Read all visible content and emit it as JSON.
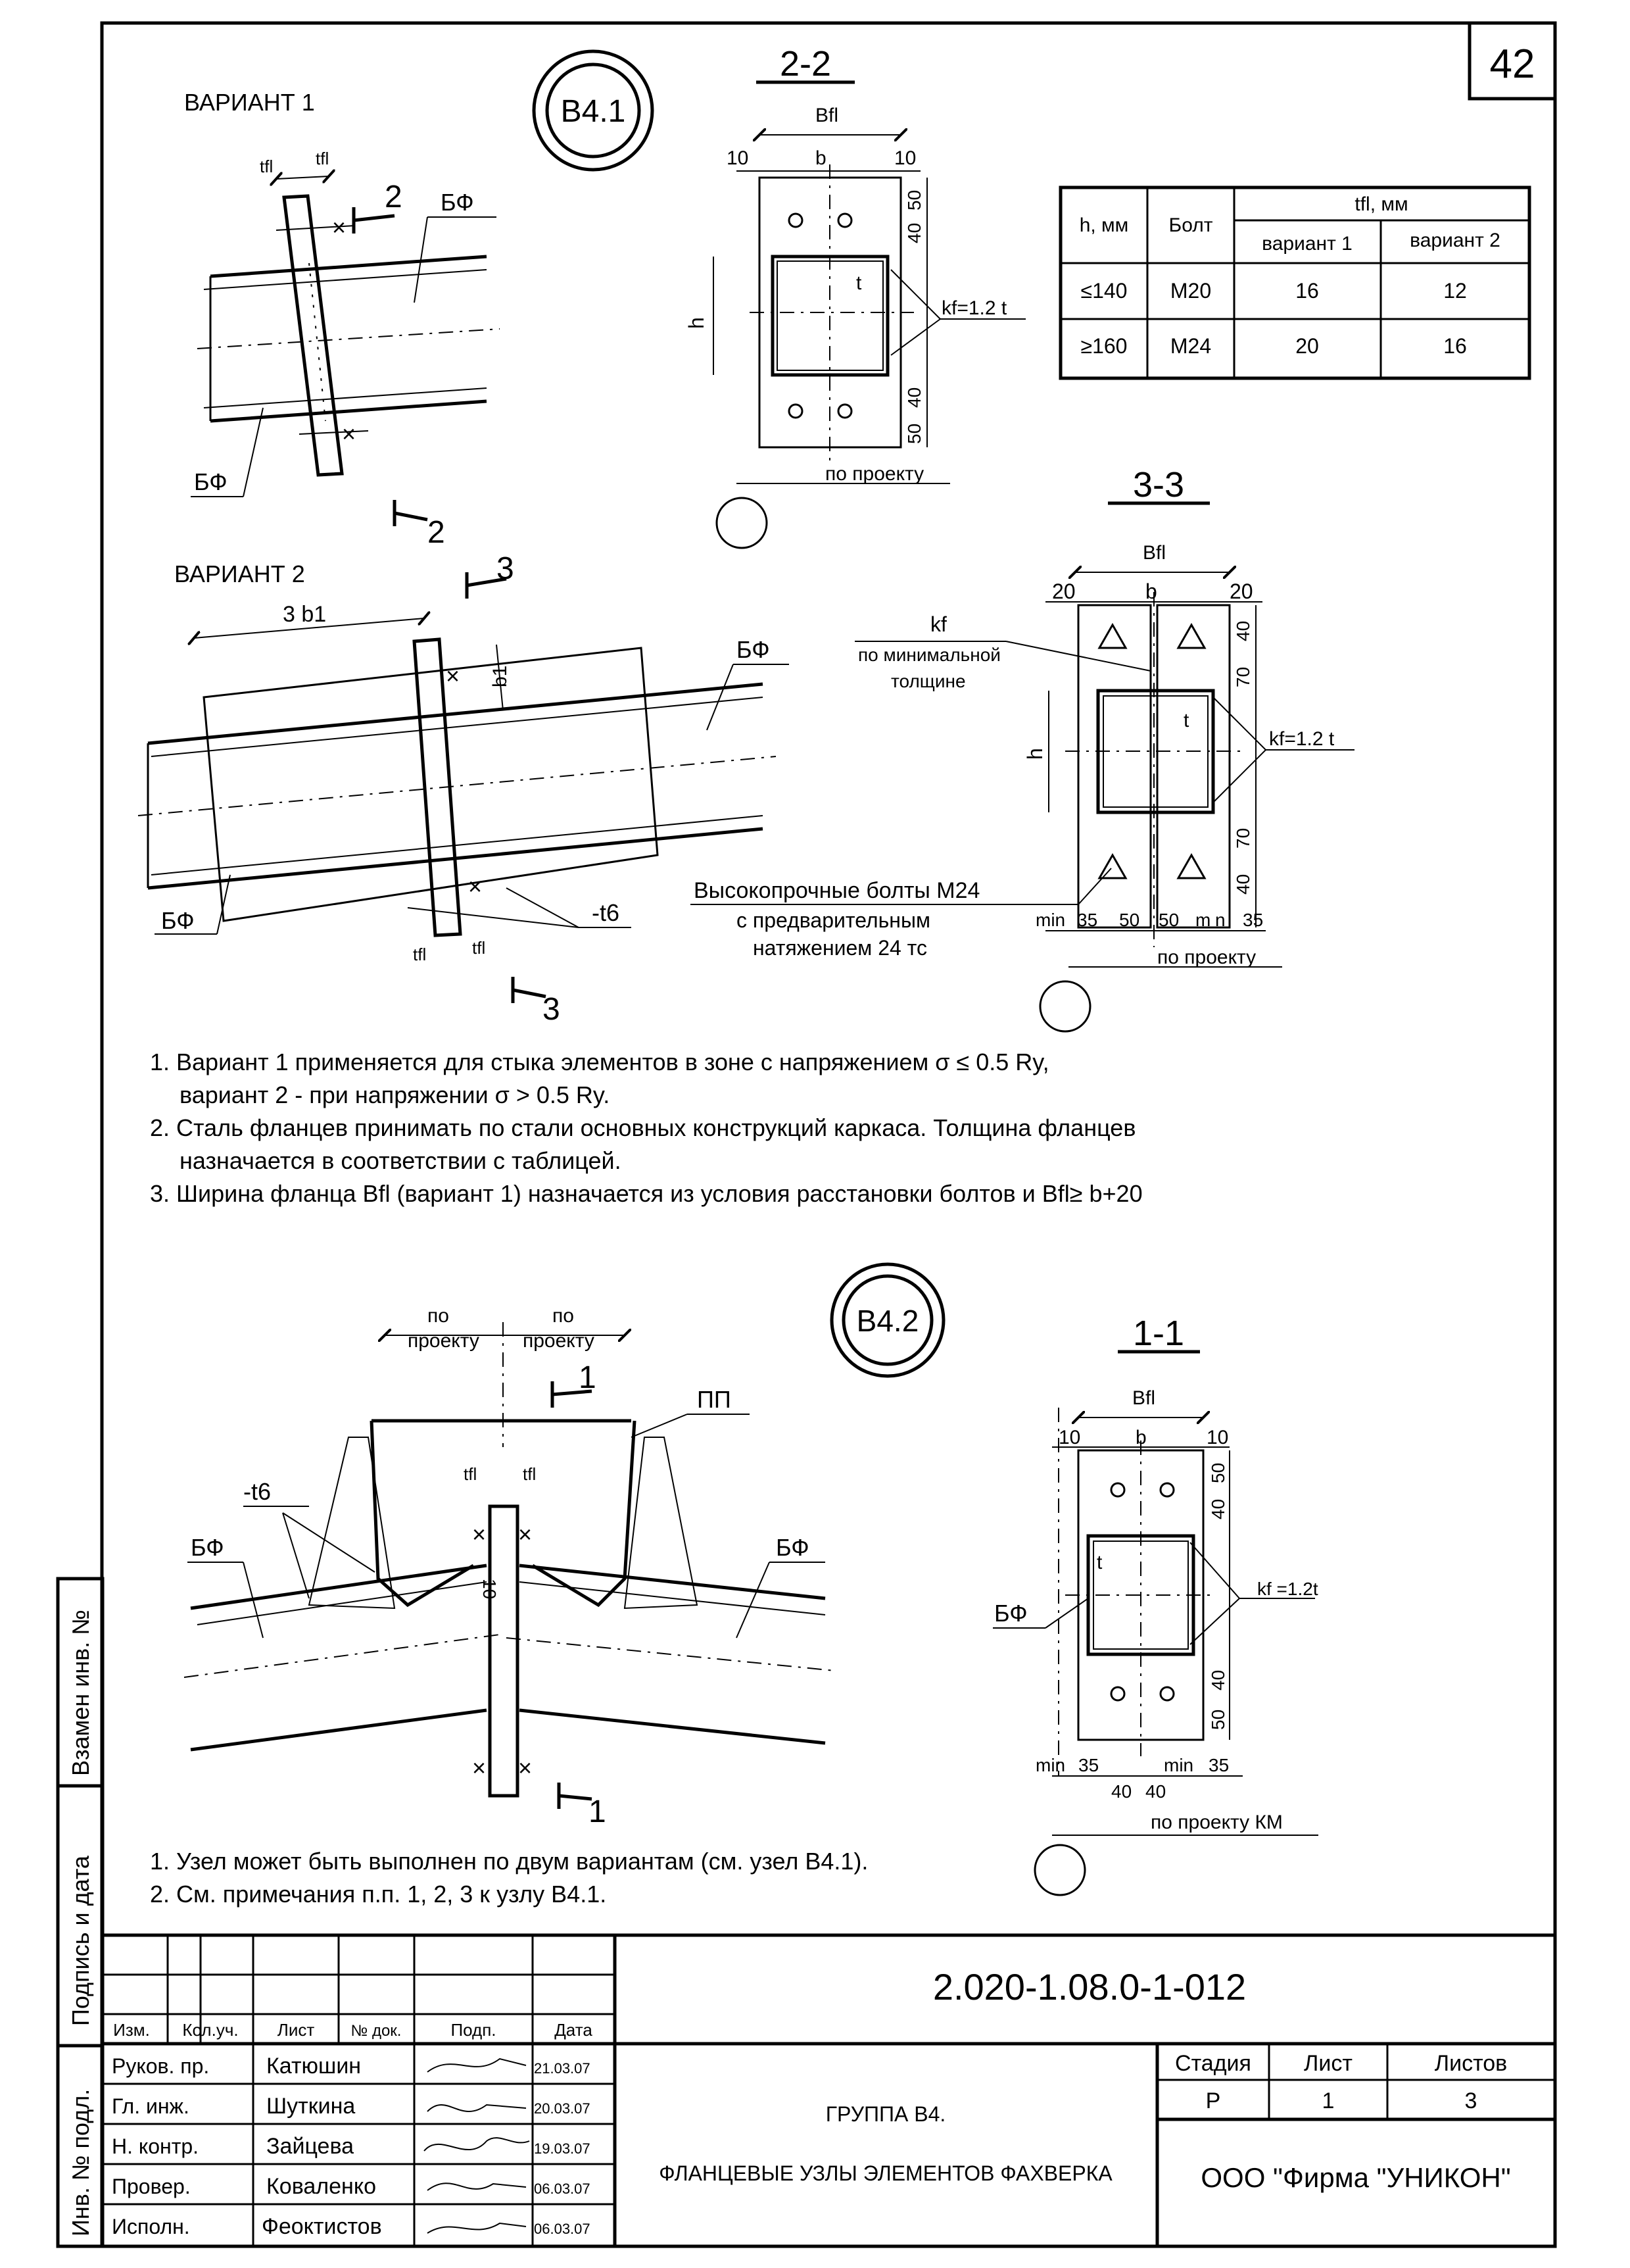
{
  "sheet_number": "42",
  "node1": {
    "tag": "В4.1",
    "variant1_label": "ВАРИАНТ 1",
    "variant2_label": "ВАРИАНТ 2",
    "dims": {
      "tfl": "tfl",
      "bf": "БФ",
      "b1": "b1",
      "three_b1": "3 b1",
      "t6": "-t6"
    },
    "section_marks": {
      "s2": "2",
      "s3": "3"
    }
  },
  "section_2_2": {
    "title": "2-2",
    "Bfl": "Bfl",
    "b": "b",
    "ten_left": "10",
    "ten_right": "10",
    "d50a": "50",
    "d40a": "40",
    "d40b": "40",
    "d50b": "50",
    "h": "h",
    "t": "t",
    "kf": "kf=1.2 t",
    "po_proektu": "по проекту"
  },
  "section_3_3": {
    "title": "3-3",
    "Bfl": "Bfl",
    "b": "b",
    "twenty_left": "20",
    "twenty_right": "20",
    "kf_label_1": "kf",
    "kf_label_2": "по минимальной",
    "kf_label_3": "толщине",
    "d40a": "40",
    "d70a": "70",
    "d70b": "70",
    "d40b": "40",
    "h": "h",
    "t": "t",
    "kf": "kf=1.2 t",
    "bottom_dims": [
      "min",
      "35",
      "50",
      "50",
      "m",
      "n",
      "35"
    ],
    "po_proektu": "по проекту",
    "bolts_1": "Высокопрочные болты М24",
    "bolts_2": "с предварительным",
    "bolts_3": "натяжением 24 тс"
  },
  "table": {
    "headers": {
      "h": "h, мм",
      "bolt": "Болт",
      "tfl": "tfl, мм",
      "v1": "вариант 1",
      "v2": "вариант 2"
    },
    "rows": [
      {
        "h": "≤140",
        "bolt": "M20",
        "v1": "16",
        "v2": "12"
      },
      {
        "h": "≥160",
        "bolt": "M24",
        "v1": "20",
        "v2": "16"
      }
    ]
  },
  "notes_1": [
    "1. Вариант 1 применяется для стыка элементов в зоне с напряжением σ ≤ 0.5 Ry,",
    "вариант 2 - при напряжении σ > 0.5 Ry.",
    "2. Сталь фланцев принимать по стали основных конструкций каркаса. Толщина фланцев",
    "назначается в соответствии с таблицей.",
    "3. Ширина фланца  Bfl (вариант 1) назначается из условия расстановки болтов и Bfl≥ b+20"
  ],
  "node2": {
    "tag": "В4.2",
    "po": "по",
    "proektu": "проекту",
    "pp": "ПП",
    "bf": "БФ",
    "t6": "-t6",
    "tfl": "tfl",
    "ten": "10",
    "s1": "1"
  },
  "section_1_1": {
    "title": "1-1",
    "Bfl": "Bfl",
    "b": "b",
    "ten_left": "10",
    "ten_right": "10",
    "d50a": "50",
    "d40a": "40",
    "d40b": "40",
    "d50b": "50",
    "t": "t",
    "bf": "БФ",
    "kf": "kf =1.2t",
    "bottom_dims": [
      "min",
      "35",
      "min",
      "35"
    ],
    "d40c": "40",
    "d40d": "40",
    "po_proektu": "по проекту КМ"
  },
  "notes_2": [
    "1. Узел может быть выполнен по двум вариантам (см. узел В4.1).",
    "2. См. примечания п.п. 1, 2, 3 к узлу В4.1."
  ],
  "side_stamp": {
    "vzamen": "Взамен инв. №",
    "podpis": "Подпись и дата",
    "inv": "Инв. № подл."
  },
  "title_block": {
    "doc_code": "2.020-1.08.0-1-012",
    "col_headers": [
      "Изм.",
      "Кол.уч.",
      "Лист",
      "№ док.",
      "Подп.",
      "Дата"
    ],
    "signatures": [
      {
        "role": "Руков. пр.",
        "name": "Катюшин",
        "date": "21.03.07"
      },
      {
        "role": "Гл. инж.",
        "name": "Шуткина",
        "date": "20.03.07"
      },
      {
        "role": "Н. контр.",
        "name": "Зайцева",
        "date": "19.03.07"
      },
      {
        "role": "Провер.",
        "name": "Коваленко",
        "date": "06.03.07"
      },
      {
        "role": "Исполн.",
        "name": "Феоктистов",
        "date": "06.03.07"
      }
    ],
    "group": "ГРУППА В4.",
    "title": "ФЛАНЦЕВЫЕ УЗЛЫ ЭЛЕМЕНТОВ ФАХВЕРКА",
    "stage_header": "Стадия",
    "sheet_header": "Лист",
    "sheets_header": "Листов",
    "stage": "Р",
    "sheet": "1",
    "sheets": "3",
    "company": "ООО  \"Фирма \"УНИКОН\""
  }
}
